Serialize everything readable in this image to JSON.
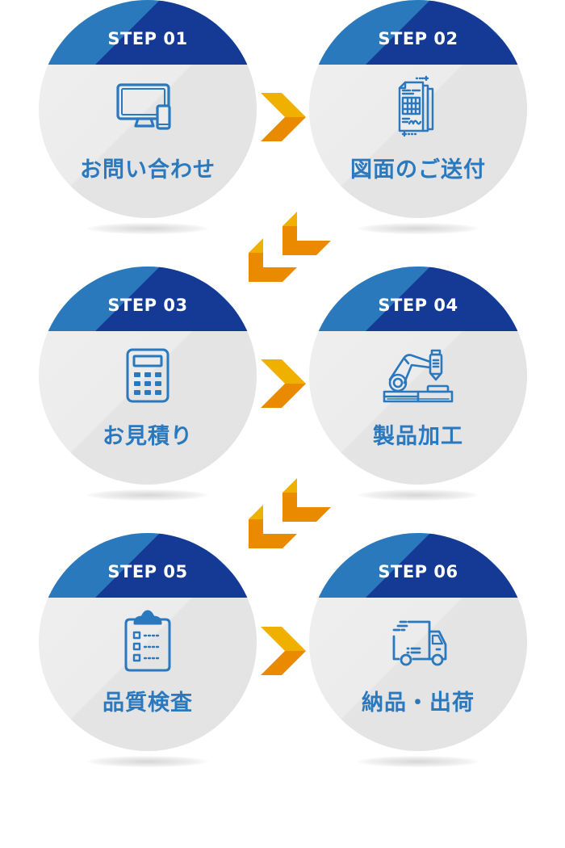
{
  "colors": {
    "band_blue": "#2a79bd",
    "band_navy": "#143a96",
    "title_blue": "#2a78be",
    "arrow_yellow": "#f0b000",
    "arrow_orange": "#e98a00",
    "circle_gray": "#ececec"
  },
  "steps": [
    {
      "label": "STEP 01",
      "title": "お問い合わせ",
      "icon": "monitor-smartphone-icon"
    },
    {
      "label": "STEP 02",
      "title": "図面のご送付",
      "icon": "drawing-documents-icon"
    },
    {
      "label": "STEP 03",
      "title": "お見積り",
      "icon": "calculator-icon"
    },
    {
      "label": "STEP 04",
      "title": "製品加工",
      "icon": "robot-arm-machining-icon"
    },
    {
      "label": "STEP 05",
      "title": "品質検査",
      "icon": "clipboard-checklist-icon"
    },
    {
      "label": "STEP 06",
      "title": "納品・出荷",
      "icon": "delivery-truck-icon"
    }
  ]
}
